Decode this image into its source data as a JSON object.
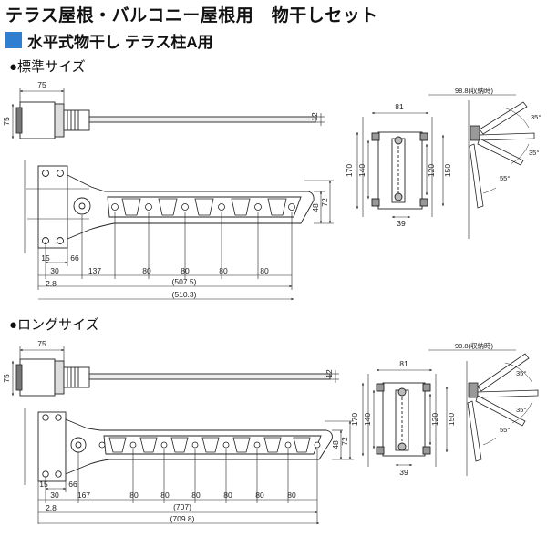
{
  "header": {
    "title": "テラス屋根・バルコニー屋根用　物干しセット",
    "subtitle": "水平式物干し テラス柱A用",
    "accent_color": "#2e7fd2"
  },
  "sections": [
    {
      "label": "●標準サイズ",
      "dims": {
        "bracket_w": "75",
        "bracket_h": "75",
        "rod": "12",
        "arm_48": "48",
        "arm_72": "72",
        "d15": "15",
        "d66": "66",
        "d30": "30",
        "d_first": "137",
        "d80a": "80",
        "d80b": "80",
        "d80c": "80",
        "d80d": "80",
        "d28": "2.8",
        "total1": "(507.5)",
        "total2": "(510.3)",
        "f81": "81",
        "f170": "170",
        "f140": "140",
        "f120": "120",
        "f150": "150",
        "f39": "39",
        "stow": "98.8(収納時)",
        "a35a": "35°",
        "a35b": "35°",
        "a55": "55°"
      }
    },
    {
      "label": "●ロングサイズ",
      "dims": {
        "bracket_w": "75",
        "bracket_h": "75",
        "rod": "12",
        "arm_48": "48",
        "arm_72": "72",
        "d15": "15",
        "d66": "66",
        "d30": "30",
        "d_first": "167",
        "d80a": "80",
        "d80b": "80",
        "d80c": "80",
        "d80d": "80",
        "d80e": "80",
        "d80f": "80",
        "d28": "2.8",
        "total1": "(707)",
        "total2": "(709.8)",
        "f81": "81",
        "f170": "170",
        "f140": "140",
        "f120": "120",
        "f150": "150",
        "f39": "39",
        "stow": "98.8(収納時)",
        "a35a": "35°",
        "a35b": "35°",
        "a55": "55°"
      }
    }
  ]
}
